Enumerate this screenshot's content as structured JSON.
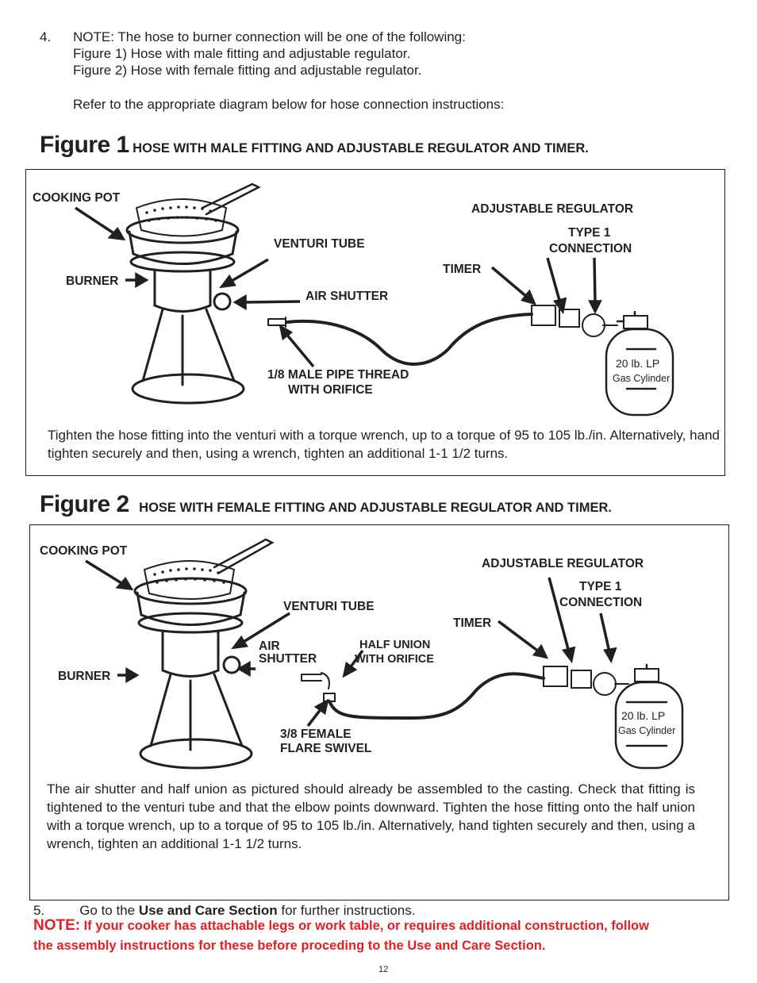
{
  "step4": {
    "number": "4.",
    "note": "NOTE: The hose to burner connection will be one of the following:",
    "fig1_line": "Figure 1)  Hose with male fitting and adjustable regulator.",
    "fig2_line": "Figure 2)  Hose with female fitting and adjustable regulator.",
    "refer": "Refer to the appropriate diagram below for hose connection instructions:"
  },
  "figure1": {
    "title": "Figure 1",
    "subtitle": "HOSE WITH MALE FITTING AND ADJUSTABLE REGULATOR AND TIMER.",
    "labels": {
      "cooking_pot": "COOKING POT",
      "burner": "BURNER",
      "venturi_tube": "VENTURI TUBE",
      "air_shutter": "AIR SHUTTER",
      "male_thread_1": "1/8 MALE PIPE THREAD",
      "male_thread_2": "WITH ORIFICE",
      "adjustable_regulator": "ADJUSTABLE REGULATOR",
      "type1_1": "TYPE 1",
      "type1_2": "CONNECTION",
      "timer": "TIMER",
      "cylinder_1": "20 lb. LP",
      "cylinder_2": "Gas Cylinder"
    },
    "instruction": "Tighten the hose fitting into the venturi with a torque wrench, up to a torque of 95 to 105 lb./in. Alternatively, hand tighten securely and then, using a wrench, tighten an additional 1-1 1/2 turns."
  },
  "figure2": {
    "title": "Figure 2",
    "subtitle": "HOSE WITH FEMALE FITTING AND ADJUSTABLE REGULATOR AND TIMER.",
    "labels": {
      "cooking_pot": "COOKING POT",
      "burner": "BURNER",
      "venturi_tube": "VENTURI TUBE",
      "air_1": "AIR",
      "shutter": "SHUTTER",
      "half_union_1": "HALF UNION",
      "half_union_2": "WITH ORIFICE",
      "female_1": "3/8 FEMALE",
      "female_2": "FLARE SWIVEL",
      "adjustable_regulator": "ADJUSTABLE REGULATOR",
      "type1_1": "TYPE 1",
      "type1_2": "CONNECTION",
      "timer": "TIMER",
      "cylinder_1": "20 lb. LP",
      "cylinder_2": "Gas Cylinder"
    },
    "instruction": "The air shutter and half union as pictured should already be assembled to the casting. Check that fitting is tightened to the venturi tube and that the elbow points downward. Tighten the hose fitting onto the half union with a torque wrench, up to a torque of 95 to 105 lb./in. Alternatively, hand tighten securely and then, using a wrench, tighten an additional 1-1 1/2 turns."
  },
  "step5": {
    "number": "5.",
    "before": "Go to the ",
    "bold": "Use and Care Section",
    "after": " for further instructions."
  },
  "note": {
    "label": "NOTE:",
    "line1": "If your cooker has attachable legs or work table, or requires additional construction, follow",
    "line2": "the assembly instructions for these before proceding to the Use and Care Section."
  },
  "page_number": "12"
}
